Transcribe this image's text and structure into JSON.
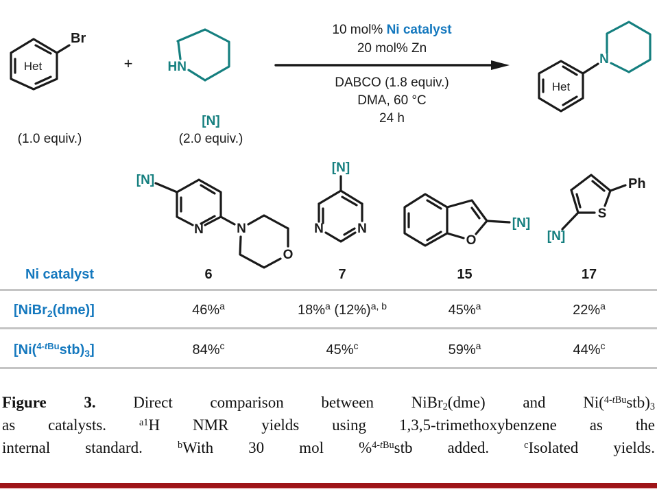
{
  "colors": {
    "teal": "#157F7F",
    "blue": "#1478BE",
    "rule_gray": "#c4c4c4",
    "footer_red": "#9E1418",
    "footer_pink": "#E8B7B9"
  },
  "scheme": {
    "aryl_halide": {
      "ring_label": "Het",
      "substituent": "Br",
      "equiv": "(1.0 equiv.)"
    },
    "plus": "+",
    "amine": {
      "label": "HN",
      "tag": "[N]",
      "equiv": "(2.0 equiv.)"
    },
    "conditions": {
      "line1_prefix": "10 mol% ",
      "line1_catalyst": "Ni catalyst",
      "line2": "20 mol% Zn",
      "line3": "DABCO (1.8 equiv.)",
      "line4": "DMA, 60 °C",
      "line5": "24 h"
    },
    "product": {
      "ring_label": "Het",
      "n_label": "N"
    }
  },
  "substrates": {
    "s6": {
      "tag": "[N]",
      "ring_n": "N",
      "morpholine_n": "N",
      "morpholine_o": "O"
    },
    "s7": {
      "tag": "[N]",
      "n_left": "N",
      "n_right": "N"
    },
    "s15": {
      "tag": "[N]",
      "o": "O"
    },
    "s17": {
      "tag": "[N]",
      "s": "S",
      "ph": "Ph"
    }
  },
  "table": {
    "header_label": "Ni catalyst",
    "columns": [
      "6",
      "7",
      "15",
      "17"
    ],
    "rows": [
      {
        "catalyst": {
          "p1": "[NiBr",
          "sub1": "2",
          "p2": "(dme)]"
        },
        "cells": [
          {
            "v1": "46%",
            "sup1": "a",
            "v2": "",
            "sup2": ""
          },
          {
            "v1": "18%",
            "sup1": "a",
            "v2": " (12%)",
            "sup2": "a, b"
          },
          {
            "v1": "45%",
            "sup1": "a",
            "v2": "",
            "sup2": ""
          },
          {
            "v1": "22%",
            "sup1": "a",
            "v2": "",
            "sup2": ""
          }
        ]
      },
      {
        "catalyst": {
          "p1": "[Ni(",
          "sup1": "4-",
          "sup1i": "t",
          "sup1r": "Bu",
          "p2": "stb)",
          "sub1": "3",
          "p3": "]"
        },
        "cells": [
          {
            "v1": "84%",
            "sup1": "c",
            "v2": "",
            "sup2": ""
          },
          {
            "v1": "45%",
            "sup1": "c",
            "v2": "",
            "sup2": ""
          },
          {
            "v1": "59%",
            "sup1": "a",
            "v2": "",
            "sup2": ""
          },
          {
            "v1": "44%",
            "sup1": "c",
            "v2": "",
            "sup2": ""
          }
        ]
      }
    ]
  },
  "caption": {
    "line1": {
      "label": "Figure 3.",
      "t1": " Direct comparison between NiBr",
      "sub1": "2",
      "t2": "(dme) and Ni(",
      "sup1": "4-",
      "sup1i": "t",
      "sup1r": "Bu",
      "t3": "stb)",
      "sub2": "3"
    },
    "line2": {
      "t1": "as catalysts. ",
      "sup1": "a1",
      "t2": "H NMR yields using 1,3,5-trimethoxybenzene as the"
    },
    "line3": {
      "t1": "internal standard. ",
      "sup1": "b",
      "t2": "With 30 mol %",
      "sup2": "4-",
      "sup2i": "t",
      "sup2r": "Bu",
      "t3": "stb added. ",
      "sup3": "c",
      "t4": "Isolated yields."
    }
  }
}
